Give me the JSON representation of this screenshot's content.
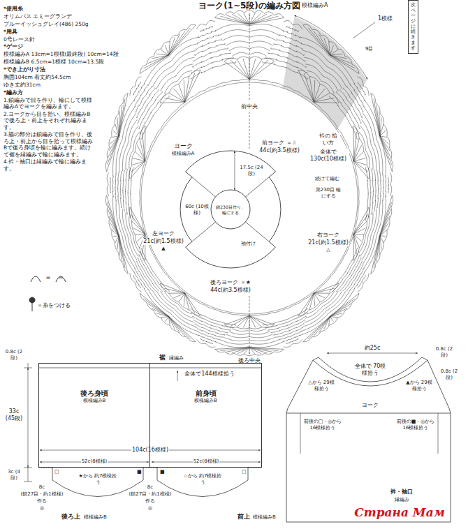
{
  "diagram": {
    "title": "ヨーク(1~5段)の編み方図",
    "nodes": [
      {
        "text": [
          "次ページに続きます"
        ]
      },
      {
        "text": [
          "後ろ身頃",
          "模様編みB"
        ]
      },
      {
        "text": [
          "前身頃",
          "模様編みB"
        ]
      }
    ],
    "labels": [
      "模様編みA",
      "*使用糸",
      "オリムパス エミーグランデ",
      "ブルーイッシュグレイ(486) 250g",
      "*用具",
      "0号レース針",
      "*ゲージ",
      "模様編みA 13cm=1模様(最終段) 10cm=14段",
      "模様編みB 6.5cm=1模様 10cm=13.5段",
      "*でき上がり寸法",
      "胸囲104cm 着丈約54.5cm",
      "ゆき丈約31cm",
      "*編み方",
      "1.鎖編みで目を作り、輪にして模様編みAでヨークを編みます。",
      "2.ヨークから目を拾い、模様編みBで後ろ上・前上をそれぞれ編みます。",
      "3.脇の部分は鎖編みで目を作り、後ろ上・前上から目を拾って模様編みBで後ろ身頃を輪に編みます。続けて裾を縁編みで輪に編みます。",
      "4.衿・袖口は縁編みで輪に編みます。",
      "前中央",
      "衿の 拾い方",
      "全体で 130c(10模様)",
      "ヨーク",
      "模様編みA",
      "前ヨーク ＝☆",
      "44c(約3.5模様)",
      "続けて編む",
      "60c (10模様)",
      "17.5c (24段)",
      "第230目 輪にする",
      "鎖230目作り、輪にする",
      "左ヨーク",
      "21c(約1.5模様)",
      "▲",
      "右ヨーク",
      "21c(約1.5模様)",
      "△",
      "袖付け",
      "後ろヨーク ＝★",
      "44c(約3.5模様)",
      "後ろ中央",
      "1模様",
      "9目",
      "＝",
      "＝糸をつける",
      "衿・袖口",
      "縁編み",
      "裾",
      "縁編み",
      "全体で144模様拾う",
      "0.8c (2段)",
      "33c (45段)",
      "104c(16模様)",
      "52c(8模様)",
      "52c(8模様)",
      "3c (4段)",
      "□",
      "★から 約7模様拾う",
      "■",
      "■",
      "☆から 約7模様拾う",
      "□",
      "8c",
      "(鎖27目・約1模様)",
      "作る",
      "◎",
      "8c",
      "(鎖27目・約1模様)",
      "作る",
      "◎",
      "後ろ上",
      "模様編みB",
      "前上",
      "模様編みB",
      "約25c",
      "0.8c (2段)",
      "0.8c (2段)",
      "全体で 70模様拾う",
      "△から 29模様拾う",
      "▲から 29模様拾う",
      "ヨーク",
      "前後の□・◎から 16模様拾う",
      "前後の■・◎から 16模様拾う",
      "Страна Мам"
    ]
  }
}
